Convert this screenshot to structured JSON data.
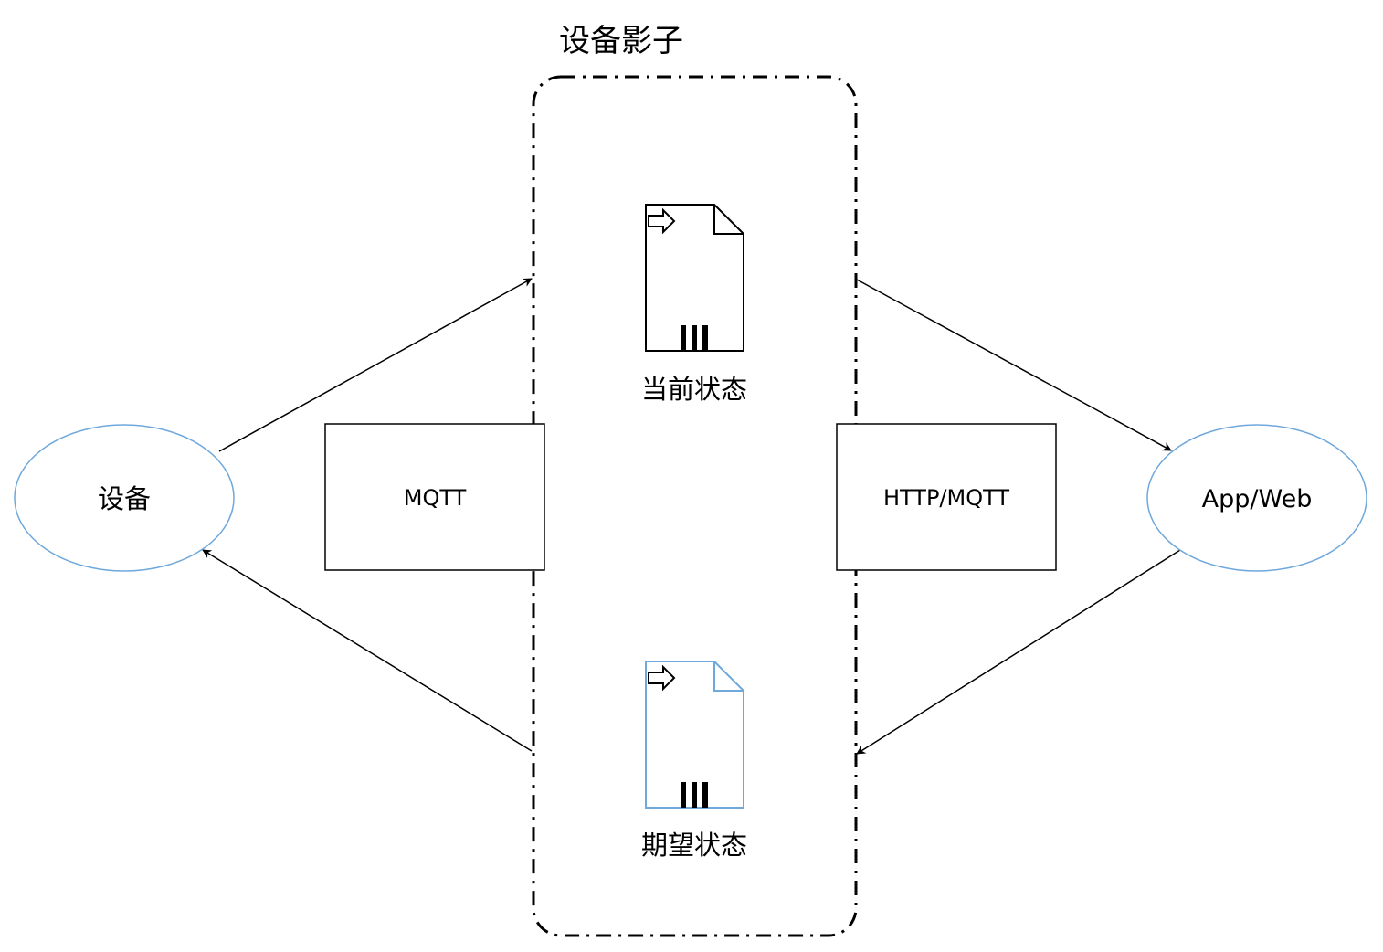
{
  "shadow": {
    "title": "设备影子"
  },
  "nodes": {
    "device": {
      "label": "设备",
      "stroke": "#6FA8DC"
    },
    "app": {
      "label": "App/Web",
      "stroke": "#6FA8DC"
    }
  },
  "protocols": {
    "left": {
      "label": "MQTT"
    },
    "right": {
      "label": "HTTP/MQTT"
    }
  },
  "documents": {
    "current": {
      "label": "当前状态",
      "stroke": "#000000"
    },
    "desired": {
      "label": "期望状态",
      "stroke": "#6FA8DC"
    }
  }
}
